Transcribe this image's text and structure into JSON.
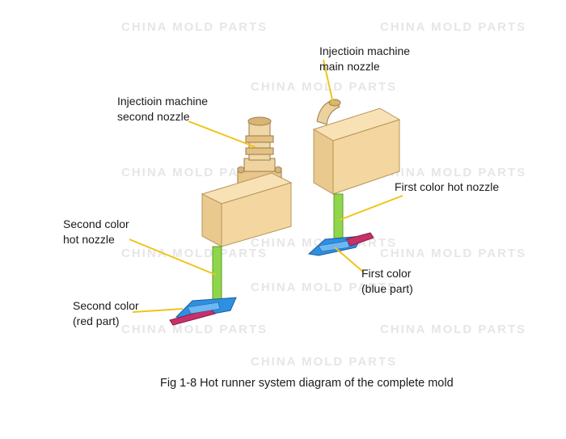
{
  "labels": {
    "main_nozzle": [
      "Injectioin machine",
      "main nozzle"
    ],
    "second_nozzle": [
      "Injectioin machine",
      "second nozzle"
    ],
    "first_color_hot_nozzle": [
      "First color hot nozzle"
    ],
    "second_color_hot_nozzle": [
      "Second color",
      "hot nozzle"
    ],
    "first_color_part": [
      "First color",
      "(blue part)"
    ],
    "second_color_part": [
      "Second color",
      "(red part)"
    ]
  },
  "caption": "Fig 1-8  Hot runner system diagram of the complete mold",
  "colors": {
    "manifold": "#f3d6a0",
    "manifold_edge": "#b8955a",
    "hot_nozzle": "#8fd64a",
    "leader_line": "#f0c419",
    "blue_part": "#2f8fe0",
    "red_part": "#c8306a"
  }
}
